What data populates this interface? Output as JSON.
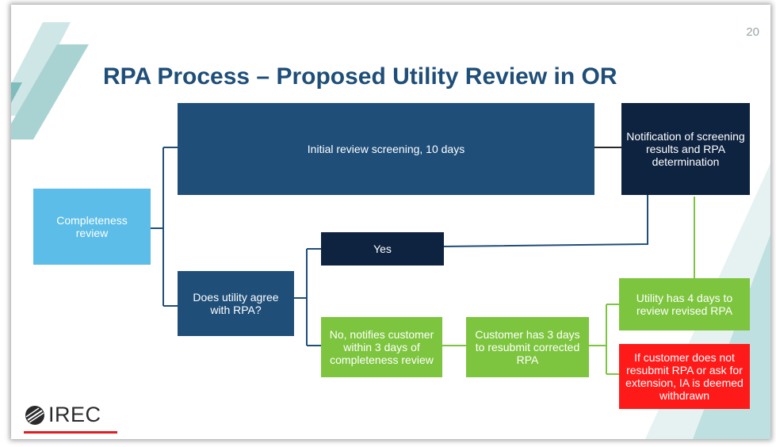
{
  "slide": {
    "number": "20",
    "title": "RPA Process – Proposed Utility Review in OR"
  },
  "nodes": {
    "completeness": "Completeness review",
    "initial_review": "Initial review screening, 10 days",
    "notification": "Notification of screening results and RPA determination",
    "agree_question": "Does utility agree with RPA?",
    "yes": "Yes",
    "no_notifies": "No, notifies customer within 3 days of completeness review",
    "customer_resubmit": "Customer has 3 days to resubmit corrected RPA",
    "utility_review": "Utility has 4 days to review revised RPA",
    "withdrawn": "If customer does not resubmit RPA or ask for extension, IA is deemed withdrawn"
  },
  "logo": {
    "text": "IREC"
  },
  "colors": {
    "title": "#1f4e79",
    "dark_blue": "#1f4e79",
    "navy": "#0e2340",
    "light_blue": "#5bbde8",
    "green": "#7dc53e",
    "red": "#ff1a1a",
    "logo_red": "#e31b23"
  }
}
